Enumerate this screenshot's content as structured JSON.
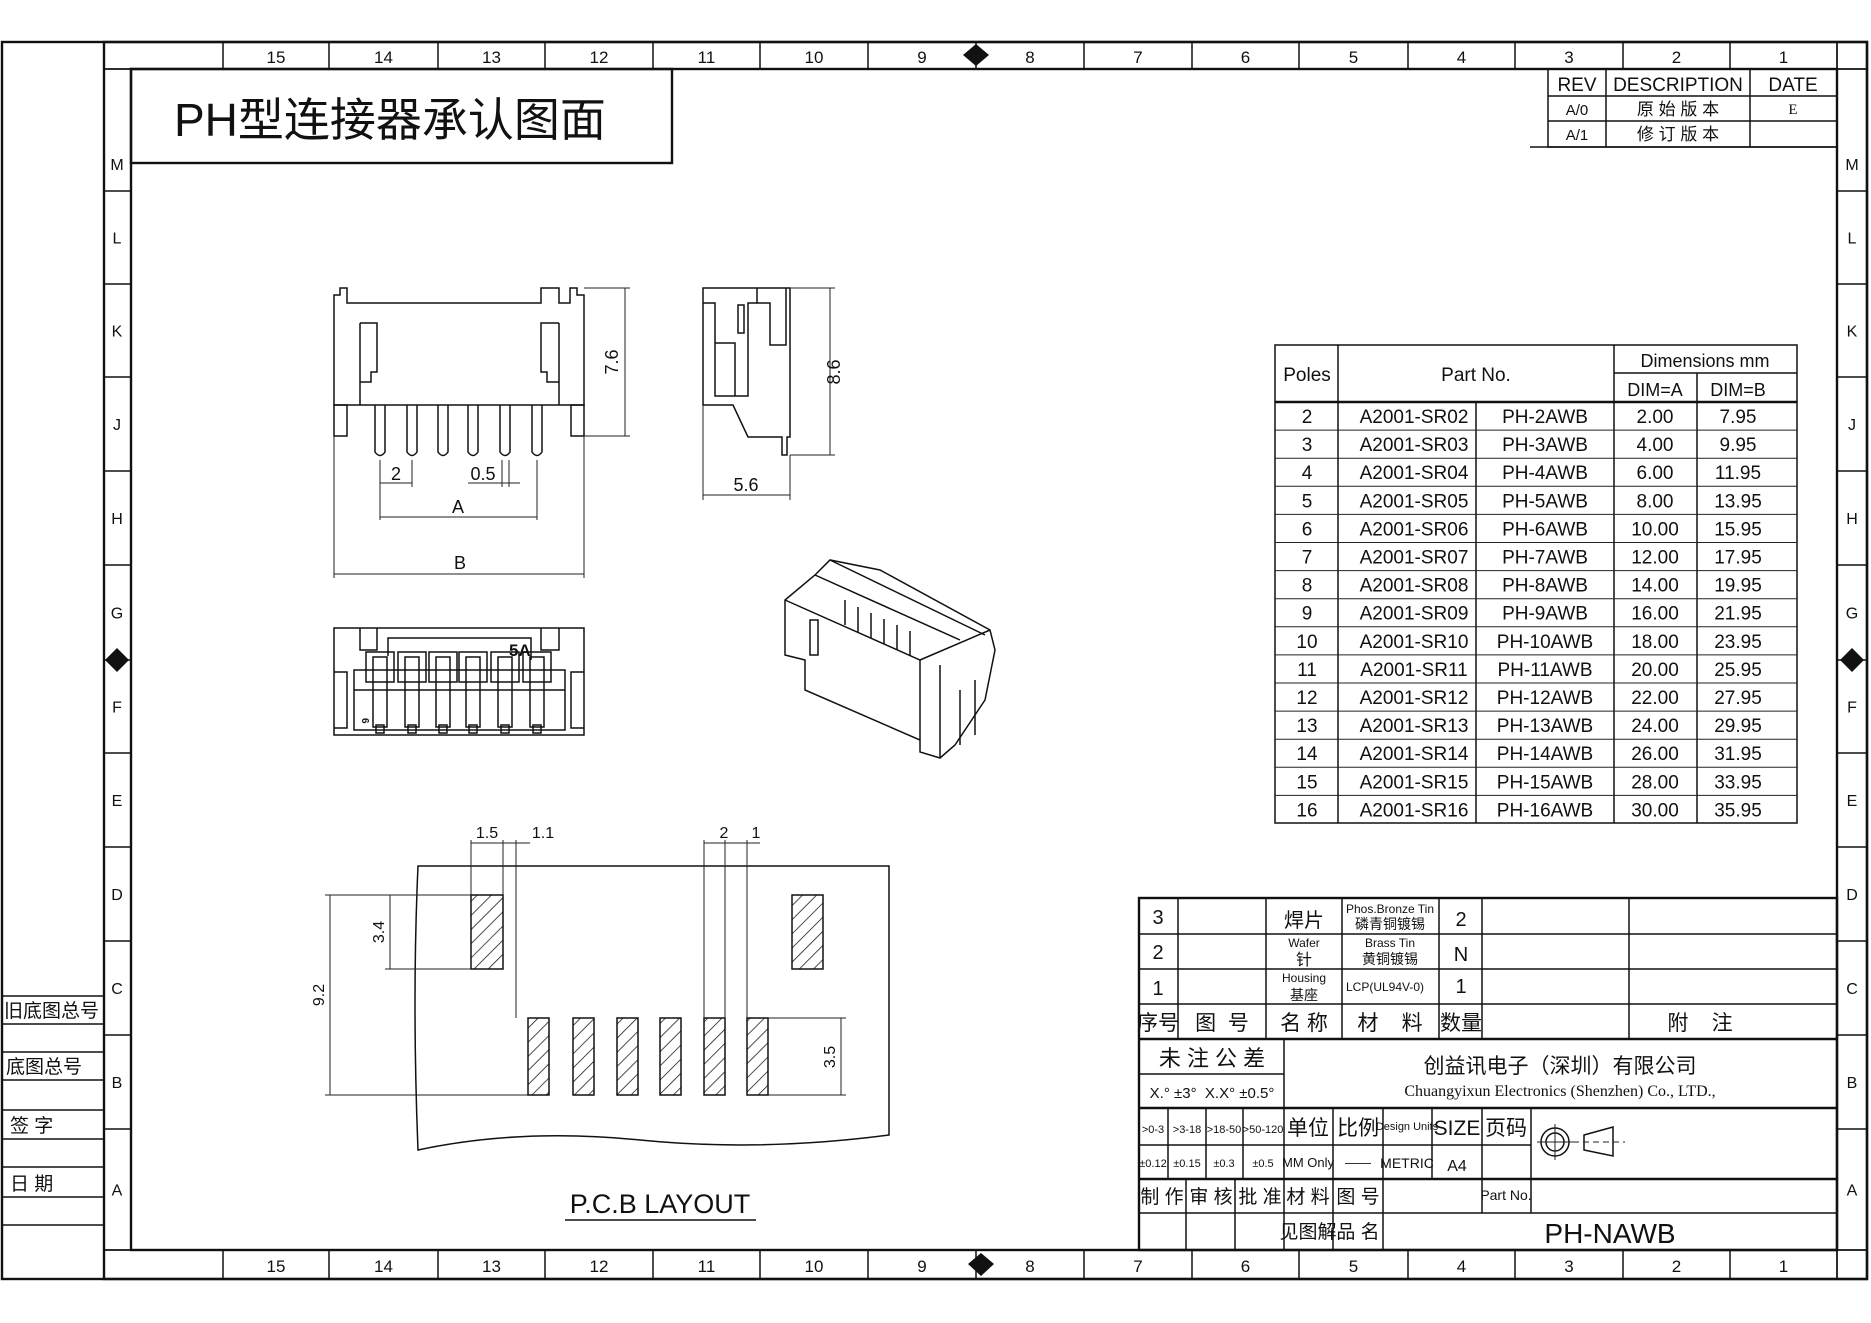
{
  "title": "PH型连接器承认图面",
  "frame": {
    "columns": [
      "15",
      "14",
      "13",
      "12",
      "11",
      "10",
      "9",
      "8",
      "7",
      "6",
      "5",
      "4",
      "3",
      "2",
      "1"
    ],
    "rows": [
      "M",
      "L",
      "K",
      "J",
      "H",
      "G",
      "F",
      "E",
      "D",
      "C",
      "B",
      "A"
    ]
  },
  "side_labels": [
    "旧底图总号",
    "底图总号",
    "签 字",
    "日 期"
  ],
  "revision": {
    "headers": [
      "REV",
      "DESCRIPTION",
      "DATE"
    ],
    "rows": [
      [
        "A/0",
        "原 始 版 本",
        "E"
      ],
      [
        "A/1",
        "修 订 版 本",
        ""
      ]
    ]
  },
  "dimensions_table": {
    "headers": {
      "poles": "Poles",
      "part_no": "Part No.",
      "dimensions": "Dimensions mm",
      "dim_a": "DIM=A",
      "dim_b": "DIM=B"
    },
    "rows": [
      [
        "2",
        "A2001-SR02",
        "PH-2AWB",
        "2.00",
        "7.95"
      ],
      [
        "3",
        "A2001-SR03",
        "PH-3AWB",
        "4.00",
        "9.95"
      ],
      [
        "4",
        "A2001-SR04",
        "PH-4AWB",
        "6.00",
        "11.95"
      ],
      [
        "5",
        "A2001-SR05",
        "PH-5AWB",
        "8.00",
        "13.95"
      ],
      [
        "6",
        "A2001-SR06",
        "PH-6AWB",
        "10.00",
        "15.95"
      ],
      [
        "7",
        "A2001-SR07",
        "PH-7AWB",
        "12.00",
        "17.95"
      ],
      [
        "8",
        "A2001-SR08",
        "PH-8AWB",
        "14.00",
        "19.95"
      ],
      [
        "9",
        "A2001-SR09",
        "PH-9AWB",
        "16.00",
        "21.95"
      ],
      [
        "10",
        "A2001-SR10",
        "PH-10AWB",
        "18.00",
        "23.95"
      ],
      [
        "11",
        "A2001-SR11",
        "PH-11AWB",
        "20.00",
        "25.95"
      ],
      [
        "12",
        "A2001-SR12",
        "PH-12AWB",
        "22.00",
        "27.95"
      ],
      [
        "13",
        "A2001-SR13",
        "PH-13AWB",
        "24.00",
        "29.95"
      ],
      [
        "14",
        "A2001-SR14",
        "PH-14AWB",
        "26.00",
        "31.95"
      ],
      [
        "15",
        "A2001-SR15",
        "PH-15AWB",
        "28.00",
        "33.95"
      ],
      [
        "16",
        "A2001-SR16",
        "PH-16AWB",
        "30.00",
        "35.95"
      ]
    ]
  },
  "drawing": {
    "front": {
      "height": "7.6",
      "pitch": "2",
      "pin_width": "0.5",
      "dim_a": "A",
      "dim_b": "B"
    },
    "side": {
      "height": "8.6",
      "depth": "5.6"
    },
    "bottom": {
      "rating": "5A",
      "mark": "6"
    },
    "pcb": {
      "d1": "1.5",
      "d2": "1.1",
      "d3": "2",
      "d4": "1",
      "d5": "3.4",
      "d6": "9.2",
      "d7": "3.5",
      "caption": "P.C.B LAYOUT"
    }
  },
  "bom": {
    "rows": [
      {
        "no": "3",
        "name": "焊片",
        "material_en": "Phos.Bronze Tin",
        "material_cn": "磷青铜镀锡",
        "qty": "2"
      },
      {
        "no": "2",
        "name_en": "Wafer",
        "name": "针",
        "material_en": "Brass Tin",
        "material_cn": "黄铜镀锡",
        "qty": "N"
      },
      {
        "no": "1",
        "name_en": "Housing",
        "name": "基座",
        "material_en": "LCP(UL94V-0)",
        "qty": "1"
      }
    ],
    "headers": {
      "no": "序号",
      "drawing_no": "图  号",
      "name": "名 称",
      "material": "材    料",
      "qty": "数量",
      "remark": "附    注"
    }
  },
  "title_block": {
    "tolerance_title": "未 注 公 差",
    "tolerance_angles": "X.° ±3°  X.X° ±0.5°",
    "company_cn": "创益讯电子（深圳）有限公司",
    "company_en": "Chuangyixun Electronics (Shenzhen) Co., LTD.,",
    "ranges": [
      ">0-3",
      ">3-18",
      ">18-50",
      ">50-120"
    ],
    "tolerances": [
      "±0.12",
      "±0.15",
      "±0.3",
      "±0.5"
    ],
    "unit_label": "单位",
    "unit_value": "MM Only",
    "scale_label": "比例",
    "scale_value": "——",
    "design_units_label": "Design Units",
    "design_units_value": "METRIC",
    "size_label": "SIZE",
    "size_value": "A4",
    "page_label": "页码",
    "made_by": "制 作",
    "checked": "审 核",
    "approved": "批 准",
    "material": "材 料",
    "drawing_no": "图 号",
    "part_no_label": "Part No.",
    "see_drawing": "见图解",
    "product_name": "品 名",
    "part_no": "PH-NAWB"
  }
}
